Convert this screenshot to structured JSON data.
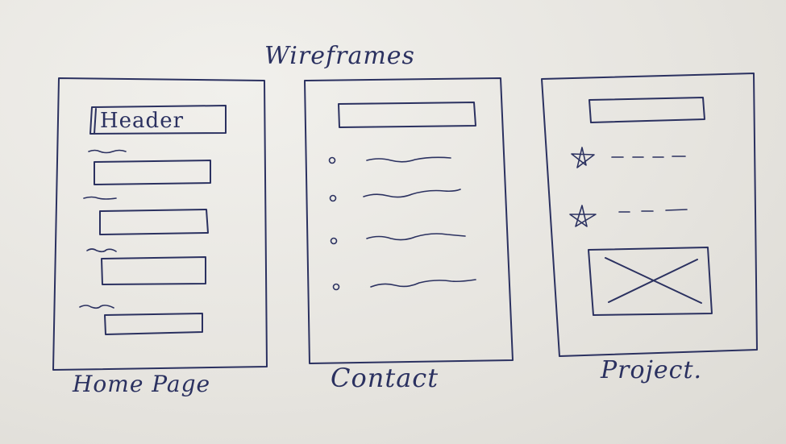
{
  "title": "Wireframes",
  "pages": {
    "home": {
      "label": "Home Page",
      "header_text": "Header"
    },
    "contact": {
      "label": "Contact"
    },
    "project": {
      "label": "Project."
    }
  }
}
